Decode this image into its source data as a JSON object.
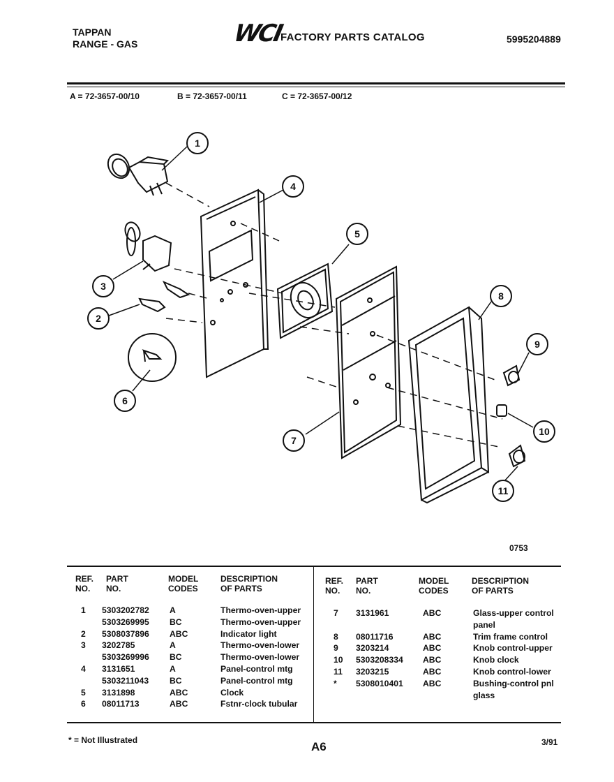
{
  "header": {
    "brand": "TAPPAN",
    "product": "RANGE - GAS",
    "logo": "WCI",
    "catalog_title": "FACTORY PARTS CATALOG",
    "catalog_number": "5995204889"
  },
  "models": {
    "a": "A = 72-3657-00/10",
    "b": "B = 72-3657-00/11",
    "c": "C = 72-3657-00/12"
  },
  "diagram": {
    "callouts": [
      "1",
      "2",
      "3",
      "4",
      "5",
      "6",
      "7",
      "8",
      "9",
      "10",
      "11"
    ],
    "figure_number": "0753"
  },
  "table": {
    "headers": {
      "ref": "REF.",
      "ref2": "NO.",
      "part": "PART",
      "part2": "NO.",
      "model": "MODEL",
      "model2": "CODES",
      "desc": "DESCRIPTION",
      "desc2": "OF PARTS"
    },
    "left_rows": [
      {
        "ref": "1",
        "part": "5303202782",
        "code": "A",
        "desc": "Thermo-oven-upper"
      },
      {
        "ref": "",
        "part": "5303269995",
        "code": "BC",
        "desc": "Thermo-oven-upper"
      },
      {
        "ref": "2",
        "part": "5308037896",
        "code": "ABC",
        "desc": "Indicator light"
      },
      {
        "ref": "3",
        "part": "3202785",
        "code": "A",
        "desc": "Thermo-oven-lower"
      },
      {
        "ref": "",
        "part": "5303269996",
        "code": "BC",
        "desc": "Thermo-oven-lower"
      },
      {
        "ref": "4",
        "part": "3131651",
        "code": "A",
        "desc": "Panel-control mtg"
      },
      {
        "ref": "",
        "part": "5303211043",
        "code": "BC",
        "desc": "Panel-control mtg"
      },
      {
        "ref": "5",
        "part": "3131898",
        "code": "ABC",
        "desc": "Clock"
      },
      {
        "ref": "6",
        "part": "08011713",
        "code": "ABC",
        "desc": "Fstnr-clock tubular"
      }
    ],
    "right_rows": [
      {
        "ref": "7",
        "part": "3131961",
        "code": "ABC",
        "desc": "Glass-upper control",
        "desc_cont": "panel"
      },
      {
        "ref": "8",
        "part": "08011716",
        "code": "ABC",
        "desc": "Trim frame control"
      },
      {
        "ref": "9",
        "part": "3203214",
        "code": "ABC",
        "desc": "Knob control-upper"
      },
      {
        "ref": "10",
        "part": "5303208334",
        "code": "ABC",
        "desc": "Knob clock"
      },
      {
        "ref": "11",
        "part": "3203215",
        "code": "ABC",
        "desc": "Knob control-lower"
      },
      {
        "ref": "*",
        "part": "5308010401",
        "code": "ABC",
        "desc": "Bushing-control pnl",
        "desc_cont": "glass"
      }
    ]
  },
  "footer": {
    "note": "* = Not Illustrated",
    "page": "A6",
    "date": "3/91"
  }
}
